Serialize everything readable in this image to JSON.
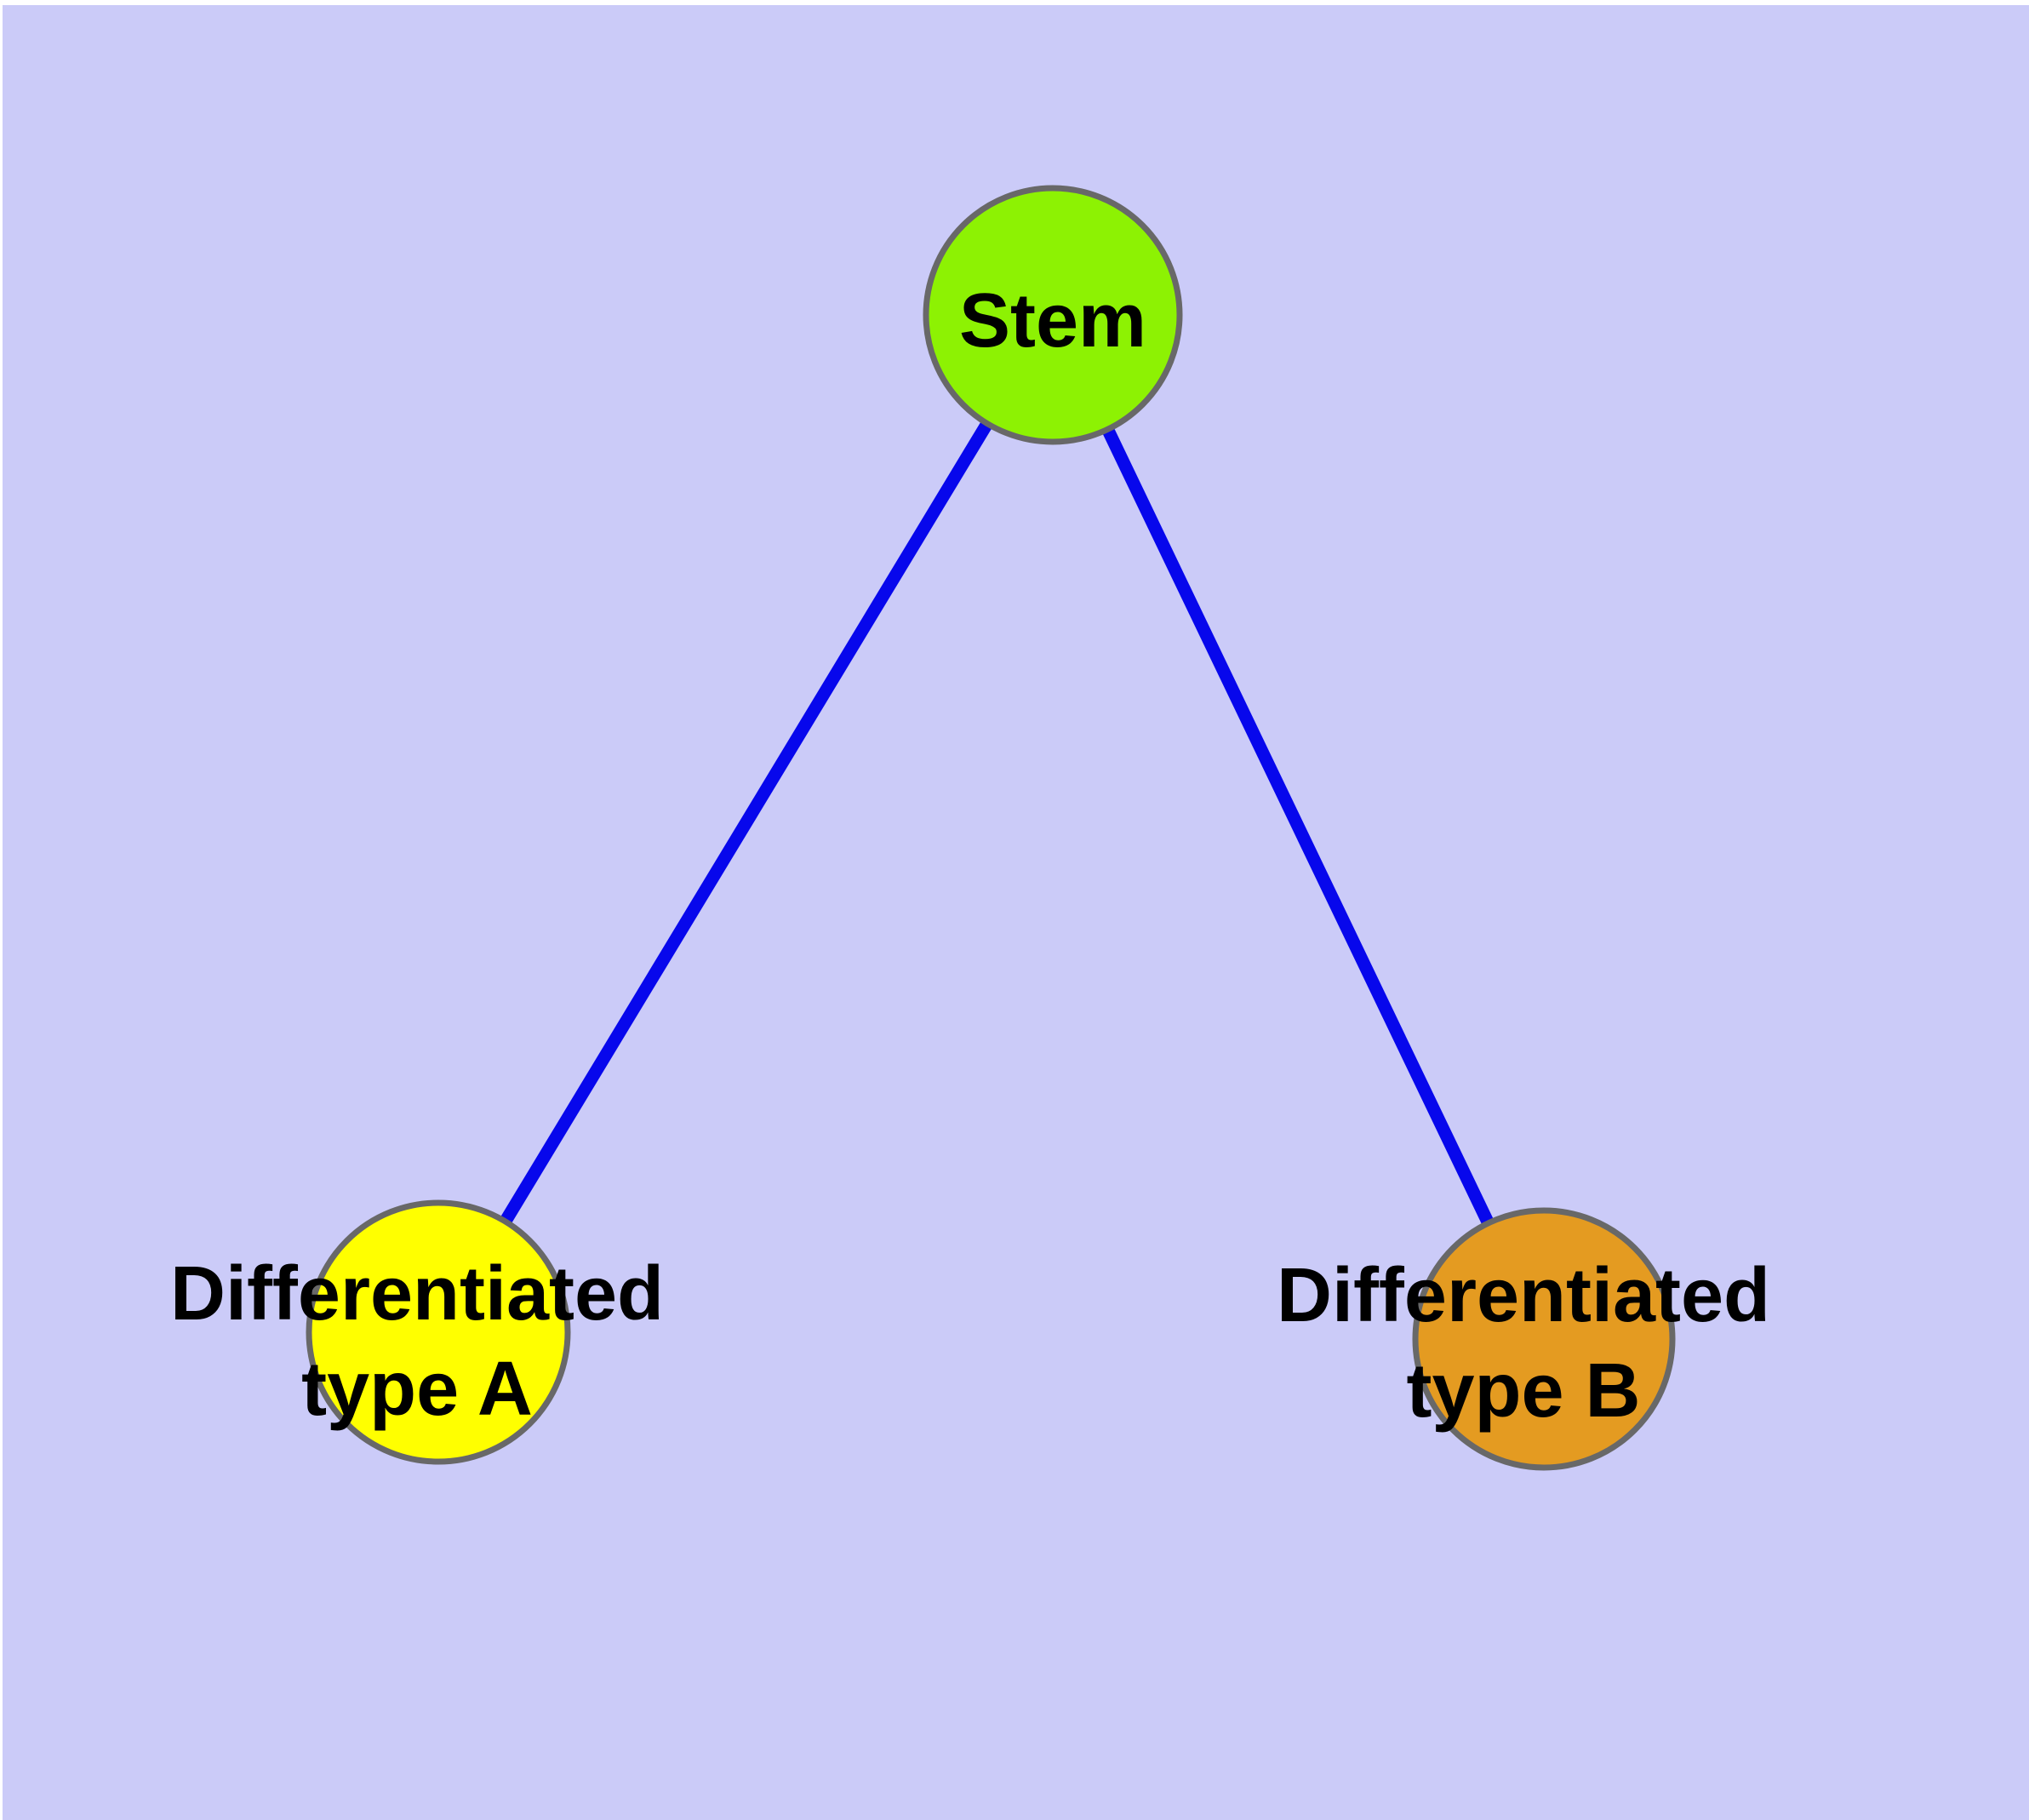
{
  "figure": {
    "background_color": "#CBCBF8",
    "margin_color": "#FFFFFF",
    "edge_color": "#0707EC",
    "node_border_color": "#686868",
    "label_color": "#000000",
    "nodes": [
      {
        "id": "stem",
        "label": "Stem",
        "fill": "#8DF203"
      },
      {
        "id": "differentiated-type-a",
        "label_line1": "Differentiated",
        "label_line2": "type A",
        "fill": "#FFFF00"
      },
      {
        "id": "differentiated-type-b",
        "label_line1": "Differentiated",
        "label_line2": "type B",
        "fill": "#E49B21"
      }
    ],
    "edges": [
      {
        "from": "Stem",
        "to": "Differentiated type A"
      },
      {
        "from": "Stem",
        "to": "Differentiated type B"
      }
    ]
  }
}
